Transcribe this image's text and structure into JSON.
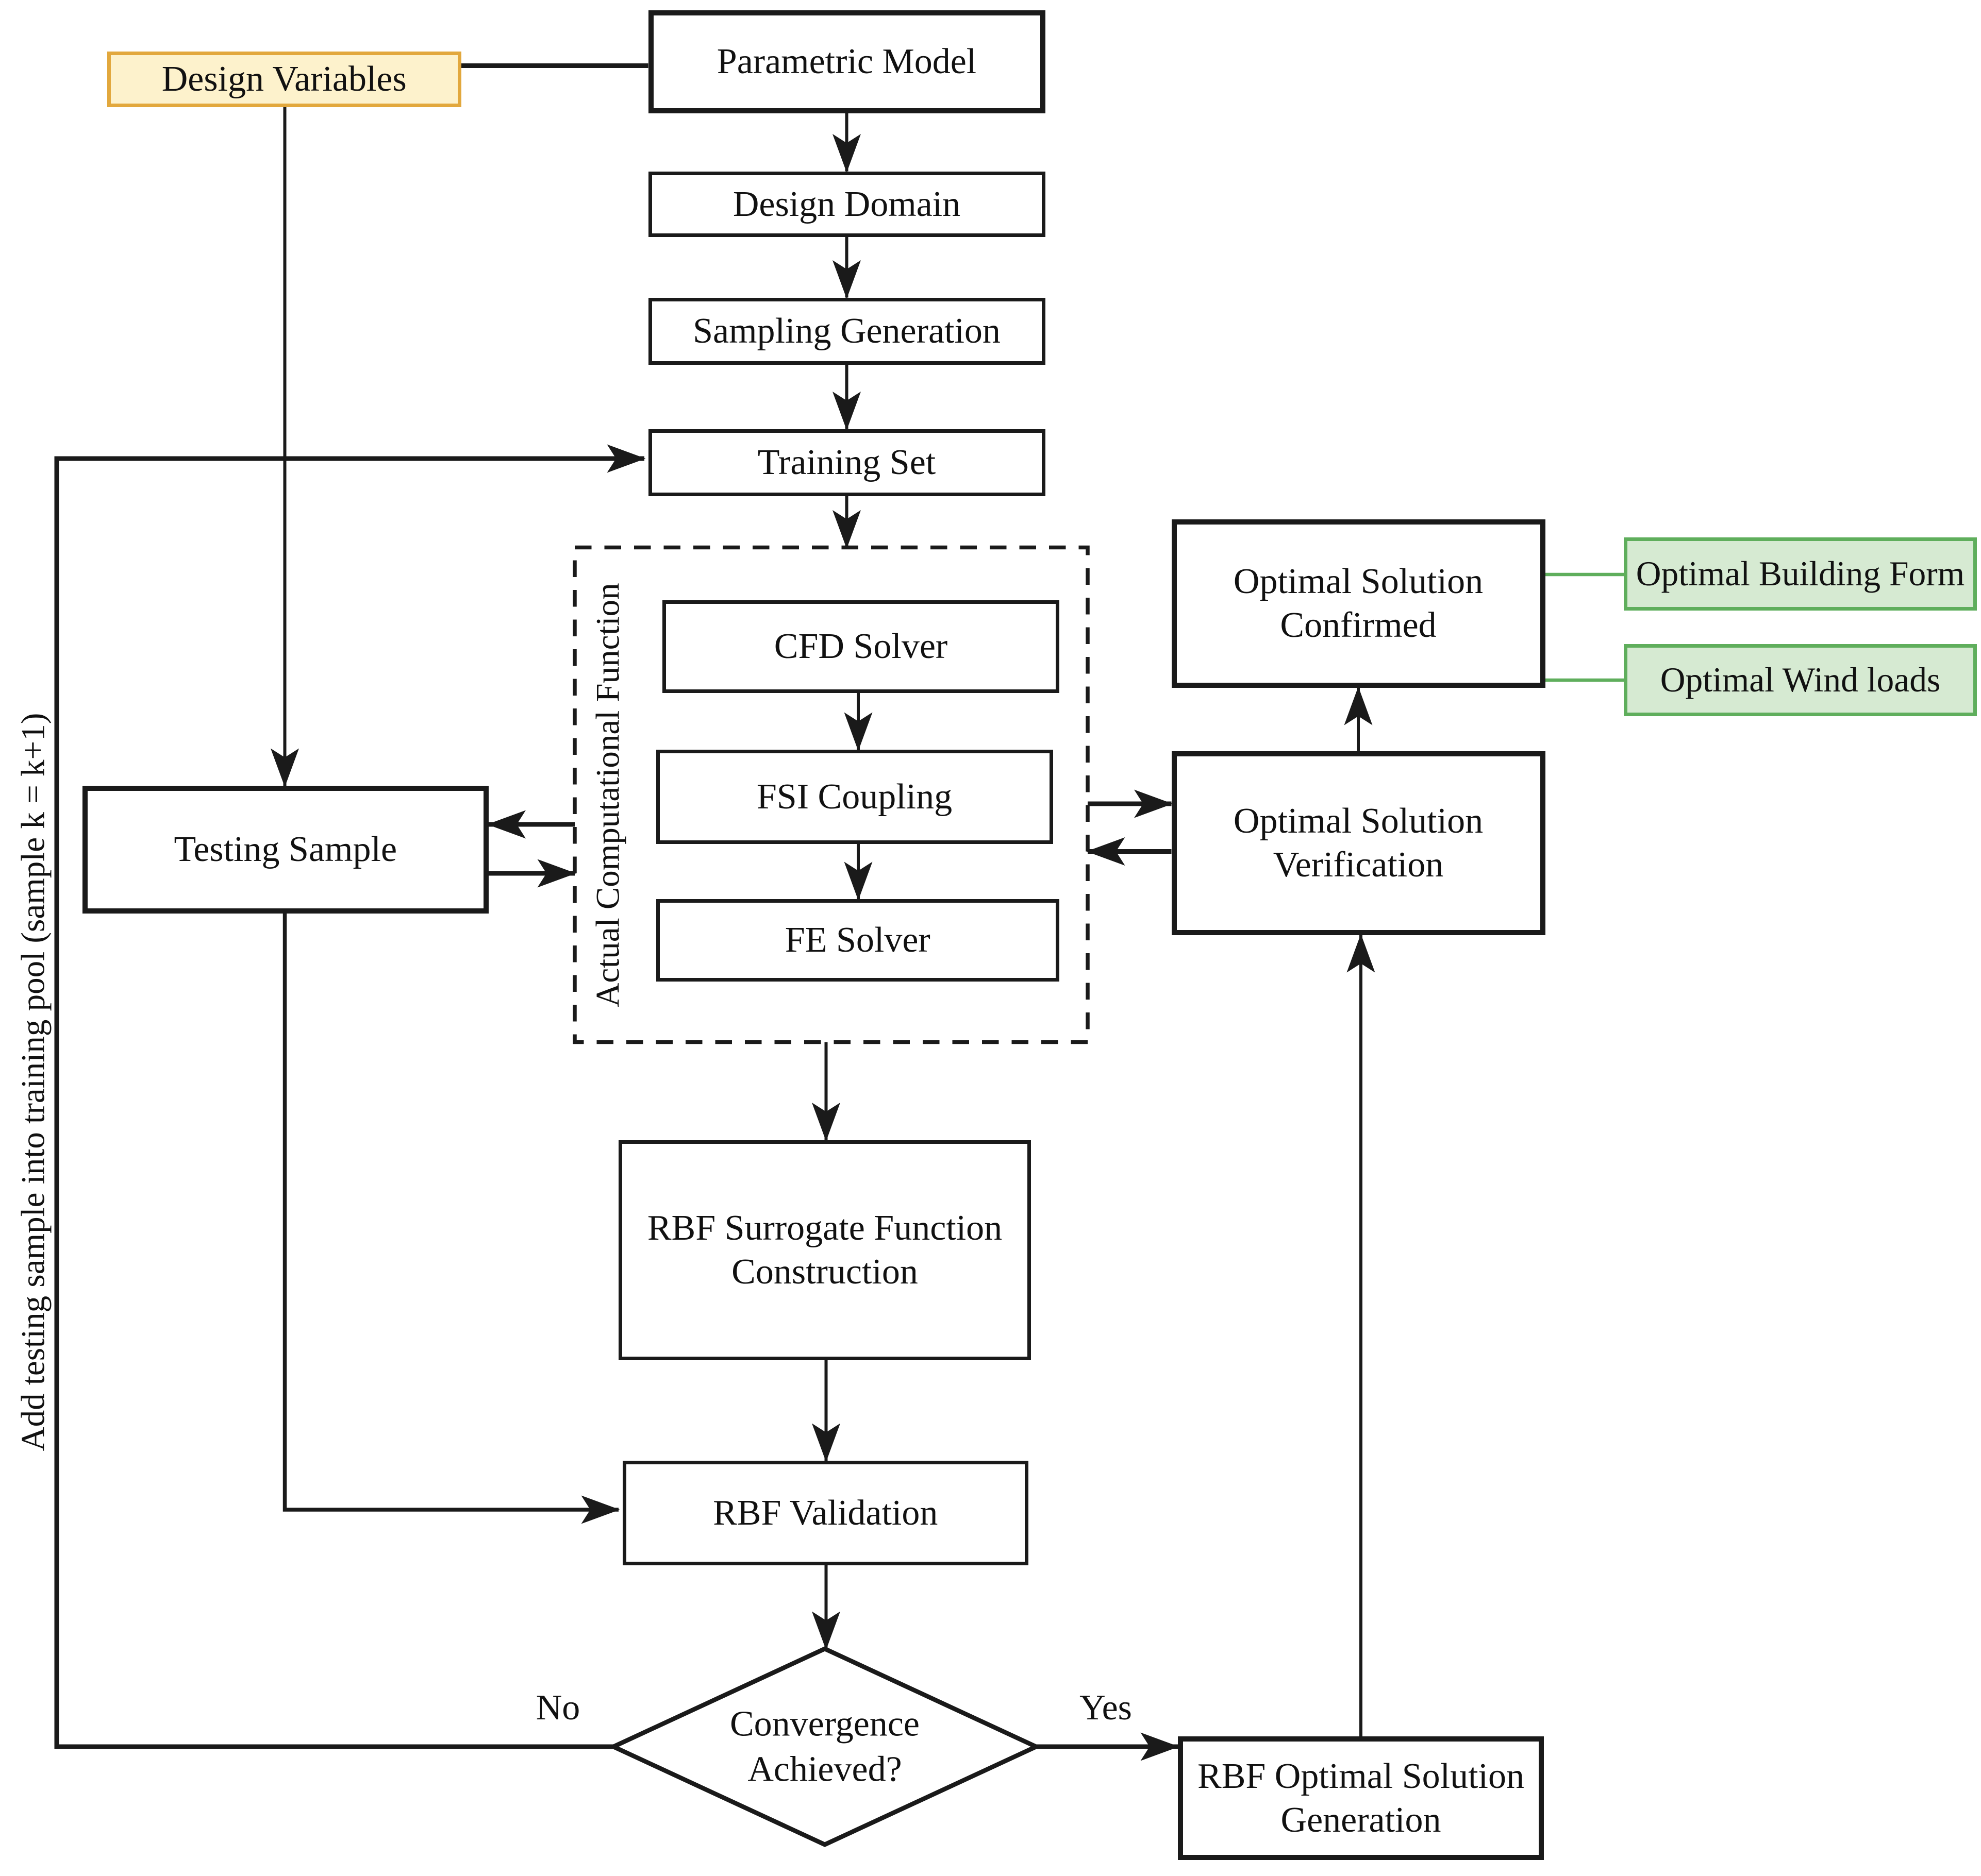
{
  "diagram": {
    "type": "flowchart",
    "nodes": {
      "design_variables": "Design Variables",
      "parametric_model": "Parametric Model",
      "design_domain": "Design Domain",
      "sampling_generation": "Sampling Generation",
      "training_set": "Training Set",
      "actual_computational_function": "Actual Computational Function",
      "cfd_solver": "CFD Solver",
      "fsi_coupling": "FSI Coupling",
      "fe_solver": "FE Solver",
      "testing_sample": "Testing Sample",
      "rbf_surrogate": "RBF Surrogate Function Construction",
      "rbf_validation": "RBF Validation",
      "convergence_decision": "Convergence Achieved?",
      "rbf_optimal_generation": "RBF Optimal Solution Generation",
      "optimal_verification": "Optimal Solution Verification",
      "optimal_confirmed": "Optimal Solution Confirmed",
      "optimal_building_form": "Optimal Building Form",
      "optimal_wind_loads": "Optimal Wind loads"
    },
    "edge_labels": {
      "no": "No",
      "yes": "Yes"
    },
    "annotations": {
      "feedback_note": "Add testing sample into training pool (sample k = k+1)"
    },
    "colors": {
      "input_fill": "#fdf2cc",
      "input_border": "#e2a83d",
      "output_fill": "#d6ead2",
      "output_border": "#5fae5c",
      "line": "#1a1a1a"
    }
  }
}
